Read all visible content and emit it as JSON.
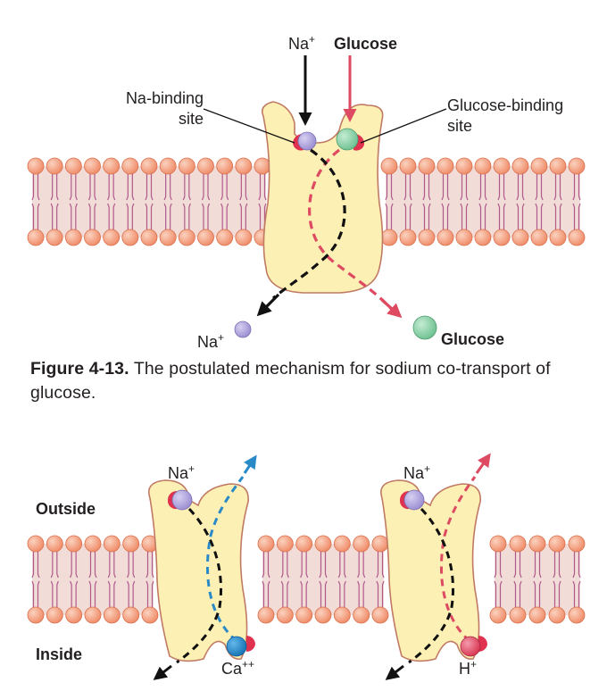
{
  "top_diagram": {
    "labels": {
      "na_in": "Na+",
      "glucose_in": "Glucose",
      "na_binding_line1": "Na-binding",
      "na_binding_line2": "site",
      "glucose_binding_line1": "Glucose-binding",
      "glucose_binding_line2": "site",
      "na_out": "Na+",
      "glucose_out": "Glucose"
    }
  },
  "caption": {
    "figure_number": "Figure 4-13.",
    "text": "The postulated mechanism for sodium co-transport of glucose."
  },
  "bottom_diagram": {
    "labels": {
      "outside": "Outside",
      "inside": "Inside",
      "left_na": "Na+",
      "left_ion": "Ca++",
      "right_na": "Na+",
      "right_ion": "H+"
    }
  },
  "colors": {
    "membrane_head": "#f4a383",
    "membrane_band": "#f2dcd8",
    "membrane_tail": "#b05a8c",
    "protein_fill": "#fdf0b4",
    "protein_stroke": "#c07a64",
    "sodium": "#b2a6dc",
    "glucose": "#8dd4a8",
    "calcium": "#1f86c6",
    "hydrogen": "#e34f6d",
    "binding_site": "#e0314e",
    "glucose_arrow": "#dd4a62",
    "calcium_arrow": "#2a8ac8"
  }
}
